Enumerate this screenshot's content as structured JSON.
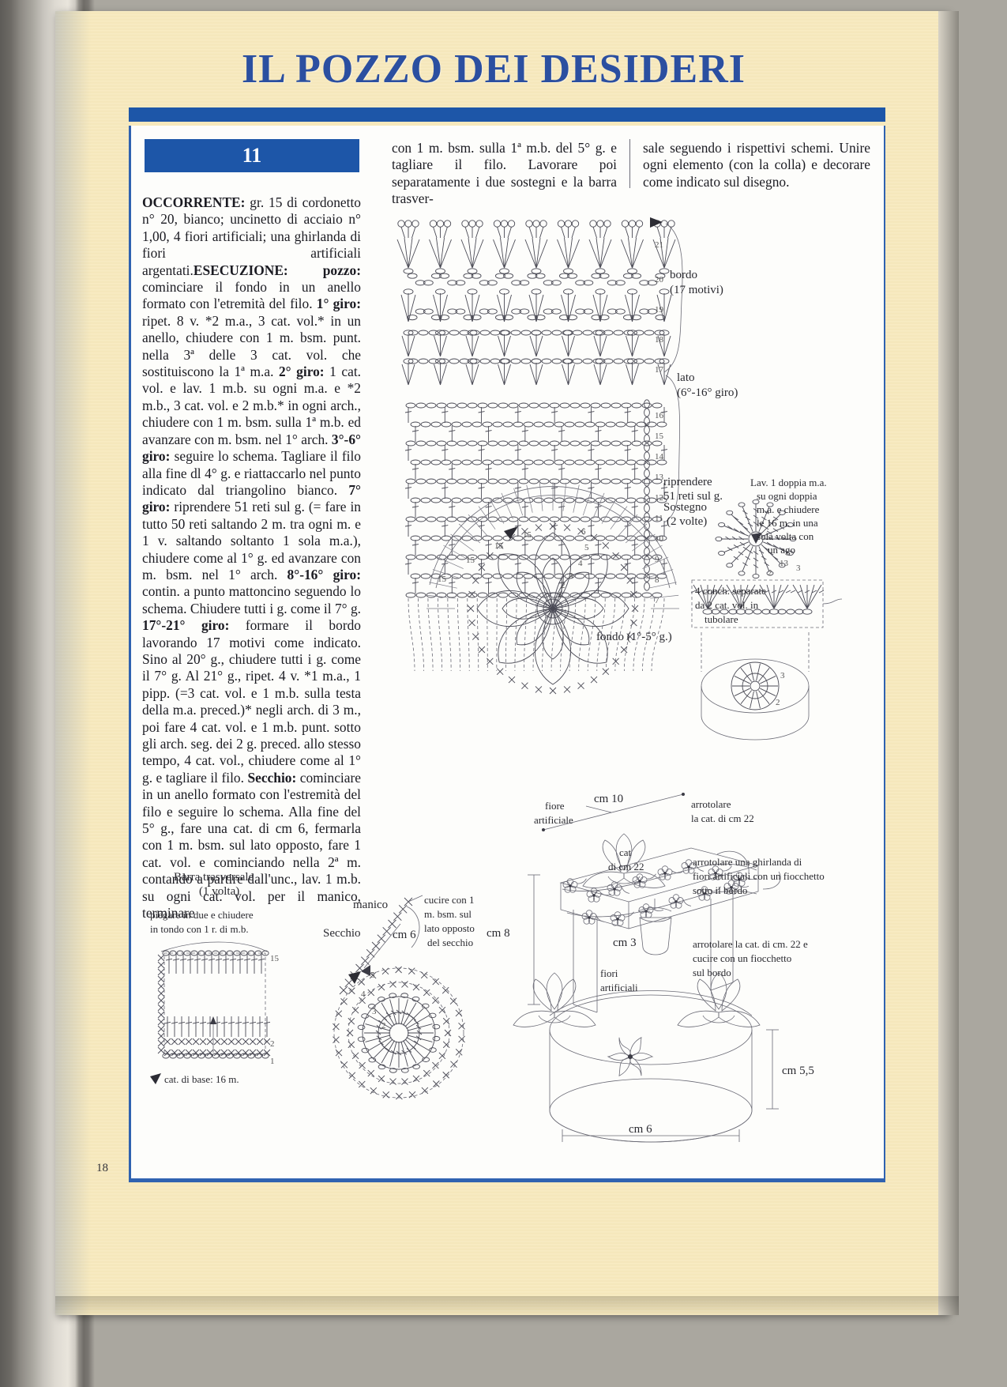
{
  "page": {
    "title": "IL POZZO DEI DESIDERI",
    "number_badge": "11",
    "page_number": "18"
  },
  "columns": {
    "left": [
      {
        "bold": "OCCORRENTE:",
        "text": " gr. 15 di cordonetto n° 20, bianco; uncinetto di acciaio n° 1,00, 4 fiori artificiali; una ghirlanda di fiori artificiali argentati."
      },
      {
        "bold": "ESECUZIONE: pozzo:",
        "text": " cominciare il fondo in un anello formato con l'etremità del filo. "
      },
      {
        "bold": "1° giro:",
        "text": " ripet. 8 v. *2 m.a., 3 cat. vol.* in un anello, chiudere con 1 m. bsm. punt. nella 3ª delle 3 cat. vol. che sostituiscono la 1ª m.a. "
      },
      {
        "bold": "2° giro:",
        "text": " 1 cat. vol. e lav. 1 m.b. su ogni m.a. e *2 m.b., 3 cat. vol. e 2 m.b.* in ogni arch., chiudere con 1 m. bsm. sulla 1ª m.b. ed avanzare con m. bsm. nel 1° arch. "
      },
      {
        "bold": "3°-6° giro:",
        "text": " seguire lo schema. Tagliare il filo alla fine dl 4° g. e riattaccarlo nel punto indicato dal triangolino bianco. "
      },
      {
        "bold": "7° giro:",
        "text": " riprendere 51 reti sul g. (= fare in tutto 50 reti saltando 2 m. tra ogni m. e 1 v. saltando soltanto 1 sola m.a.), chiudere come al 1° g. ed avanzare con m. bsm. nel 1° arch. "
      },
      {
        "bold": "8°-16° giro:",
        "text": " contin. a punto mattoncino seguendo lo schema. Chiudere tutti i g. come il 7° g. "
      },
      {
        "bold": "17°-21° giro:",
        "text": " formare il bordo lavorando 17 motivi come indicato. Sino al 20° g., chiudere tutti i g. come il 7° g. Al 21° g., ripet. 4 v. *1 m.a., 1 pipp. (=3 cat. vol. e 1 m.b. sulla testa della m.a. preced.)* negli arch. di 3 m., poi fare 4 cat. vol. e 1 m.b. punt. sotto gli arch. seg. dei 2 g. preced. allo stesso tempo, 4 cat. vol., chiudere come al 1° g. e tagliare il filo. "
      },
      {
        "bold": "Secchio:",
        "text": " cominciare in un anello formato con l'estremità del filo e seguire lo schema. Alla fine del 5° g., fare una cat. di cm 6, fermarla con 1 m. bsm. sul lato opposto, fare 1 cat. vol. e cominciando nella 2ª m. contando a partire dall'unc., lav. 1 m.b. su ogni cat. vol. per il manico, terminare"
      }
    ],
    "middle": "con 1 m. bsm. sulla 1ª m.b. del 5° g. e tagliare il filo. Lavorare poi separatamente i due sostegni e la barra trasver-",
    "right": "sale seguendo i rispettivi schemi. Unire ogni elemento (con la colla) e decorare come indicato sul disegno."
  },
  "diagram_labels": {
    "bordo": "bordo",
    "bordo_sub": "(17 motivi)",
    "lato": "lato",
    "lato_sub": "(6°-16° giro)",
    "riprendere1": "riprendere",
    "riprendere2": "51 reti sul g.",
    "sostegno": "Sostegno",
    "sostegno_sub": "(2 volte)",
    "lav_doppia": [
      "Lav. 1 doppia m.a.",
      "su ogni doppia",
      "m.a. e chiudere",
      "le 16 m. in una",
      "sola volta con",
      "un ago"
    ],
    "conchiglie": [
      "4 conch. separate",
      "da 2 cat. vol. in",
      "tubolare"
    ],
    "fondo": "fondo (1°-5° g.)",
    "barra_title": "Barra trasversale",
    "barra_sub": "(1 volta)",
    "piegare": [
      "piegare in due e chiudere",
      "in tondo con 1 r. di m.b."
    ],
    "cat_base": "cat. di base: 16 m.",
    "secchio": "Secchio",
    "manico": "manico",
    "cm6_manico": "cm 6",
    "cucire": [
      "cucire con 1",
      "m. bsm. sul",
      "lato opposto",
      "del secchio"
    ],
    "cm10": "cm 10",
    "fiore_artificiale": [
      "fiore",
      "artificiale"
    ],
    "arrotolare_cat22": [
      "arrotolare",
      "la cat. di cm 22"
    ],
    "cat_di_cm22": [
      "cat",
      "di cm 22"
    ],
    "ghirlanda": [
      "arrotolare una ghirlanda di",
      "fiori artificiali con un fiocchetto",
      "sotto il bordo"
    ],
    "arrotolare22b": [
      "arrotolare la cat. di cm. 22 e",
      "cucire con un fiocchetto",
      "sul bordo"
    ],
    "fiori_artificiali": [
      "fiori",
      "artificiali"
    ],
    "cm8": "cm 8",
    "cm3": "cm 3",
    "cm55": "cm 5,5",
    "cm6_bottom": "cm 6"
  },
  "row_numbers": {
    "well_right": [
      "21",
      "20",
      "19",
      "18",
      "17",
      "16",
      "15",
      "14",
      "13",
      "12",
      "11",
      "10",
      "9",
      "8",
      "7"
    ],
    "fondo_petals": [
      "15",
      "15",
      "15",
      "15",
      "6",
      "5",
      "4",
      "3",
      "2",
      "1"
    ],
    "sostegno": [
      "13",
      "12"
    ],
    "conchiglie": [
      "3",
      "2",
      "1"
    ],
    "barra": [
      "15",
      "2",
      "1"
    ],
    "secchio": [
      "5",
      "4",
      "3",
      "2",
      "1"
    ]
  },
  "colors": {
    "title_blue": "#2b4fa0",
    "bar_blue": "#1d56a8",
    "page_cream": "#f7e9bd",
    "article_white": "#fdfdfb",
    "ink": "#4a4a55"
  }
}
